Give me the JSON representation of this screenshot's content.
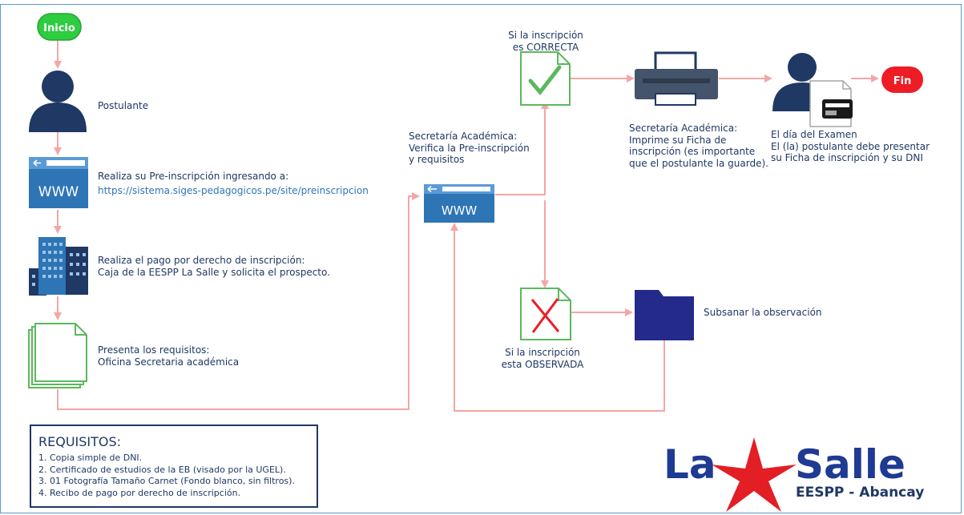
{
  "start_label": "Inicio",
  "end_label": "Fin",
  "steps": {
    "postulante": "Postulante",
    "preinscripcion_text": "Realiza su Pre-inscripción ingresando a:",
    "preinscripcion_url": "https://sistema.siges-pedagogicos.pe/site/preinscripcion",
    "pago": "Realiza el pago por derecho de inscripción:\nCaja de la EESPP La Salle y solicita el prospecto.",
    "requisitos": "Presenta los requisitos:\nOficina Secretaria académica",
    "verifica": "Secretaría Académica:\nVerifica la Pre-inscripción\ny requisitos",
    "correcta": "Si la inscripción\nes CORRECTA",
    "observada": "Si la inscripción\nesta OBSERVADA",
    "subsanar": "Subsanar la observación",
    "imprime": "Secretaría Académica:\nImprime su Ficha de\ninscripción (es importante\nque el postulante la guarde).",
    "examen": "El día del Examen\nEl (la) postulante debe presentar\nsu Ficha de inscripción y su DNI"
  },
  "web_icon_text": "WWW",
  "requirements": {
    "title": "REQUISITOS:",
    "items": [
      "1. Copia simple de DNI.",
      "2. Certificado de estudios de la EB (visado por la UGEL).",
      "3. 01 Fotografía Tamaño Carnet (Fondo blanco, sin filtros).",
      "4. Recibo de pago por derecho de inscripción."
    ]
  },
  "logo": {
    "word_left": "La",
    "word_right": "Salle",
    "subtitle": "EESPP - Abancay"
  },
  "colors": {
    "connector": "#f4a6a6",
    "navy": "#1f3864",
    "start_green": "#2ecc40",
    "end_red": "#ee1c25",
    "doc_green": "#5cb85c",
    "web_blue": "#2e75b6",
    "star_red": "#e31e24"
  }
}
